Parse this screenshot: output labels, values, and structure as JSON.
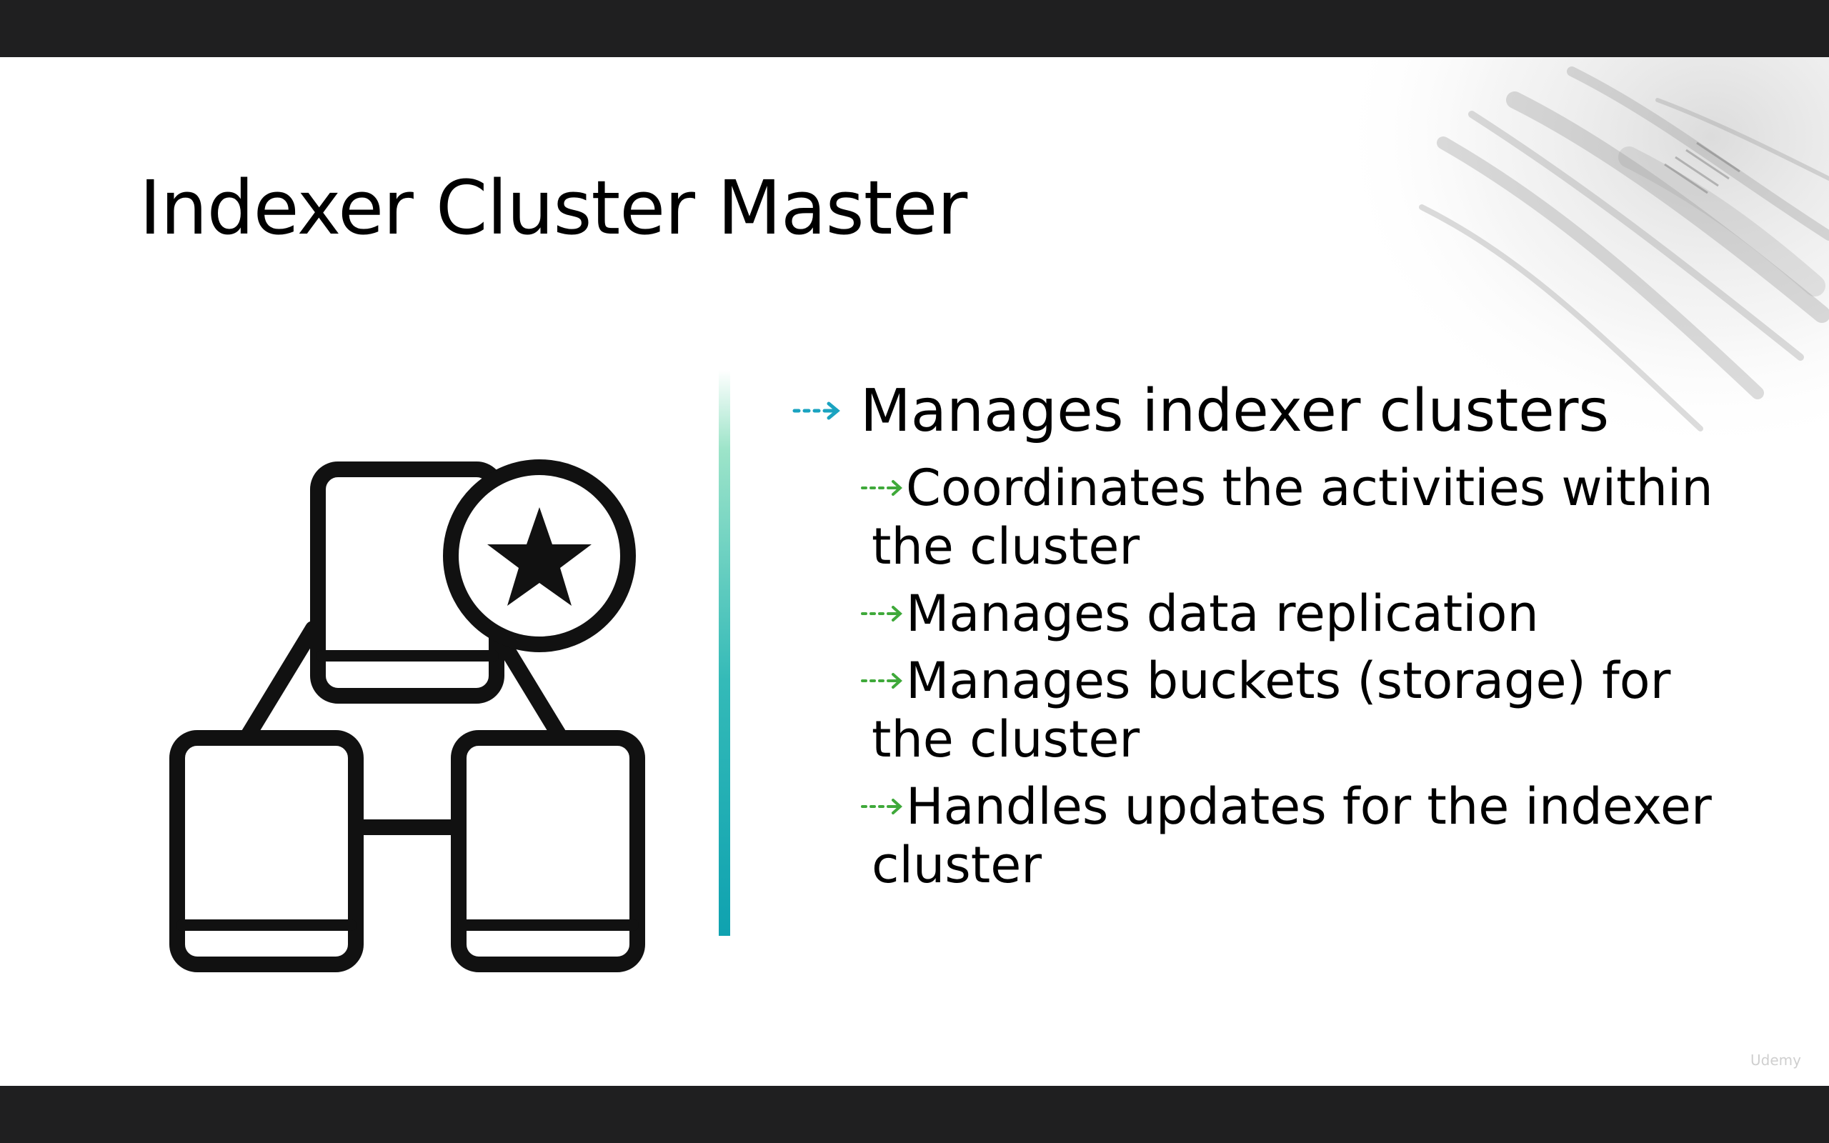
{
  "slide": {
    "title": "Indexer Cluster Master",
    "main_bullet": "Manages indexer clusters",
    "sub_bullets": [
      {
        "line1": "Coordinates the activities within",
        "line2": "the cluster"
      },
      {
        "line1": "Manages data replication",
        "line2": ""
      },
      {
        "line1": "Manages buckets (storage) for",
        "line2": "the cluster"
      },
      {
        "line1": "Handles updates for the indexer",
        "line2": "cluster"
      }
    ],
    "watermark": "Udemy"
  },
  "icons": {
    "diagram": "cluster-master-icon",
    "main_arrow": "dotted-arrow-icon",
    "sub_arrow": "dotted-arrow-icon"
  },
  "colors": {
    "background": "#ffffff",
    "letterbox": "#1f1f20",
    "main_arrow": "#1aa3c0",
    "sub_arrow": "#3fa93a",
    "divider": "#0fa2b0"
  }
}
